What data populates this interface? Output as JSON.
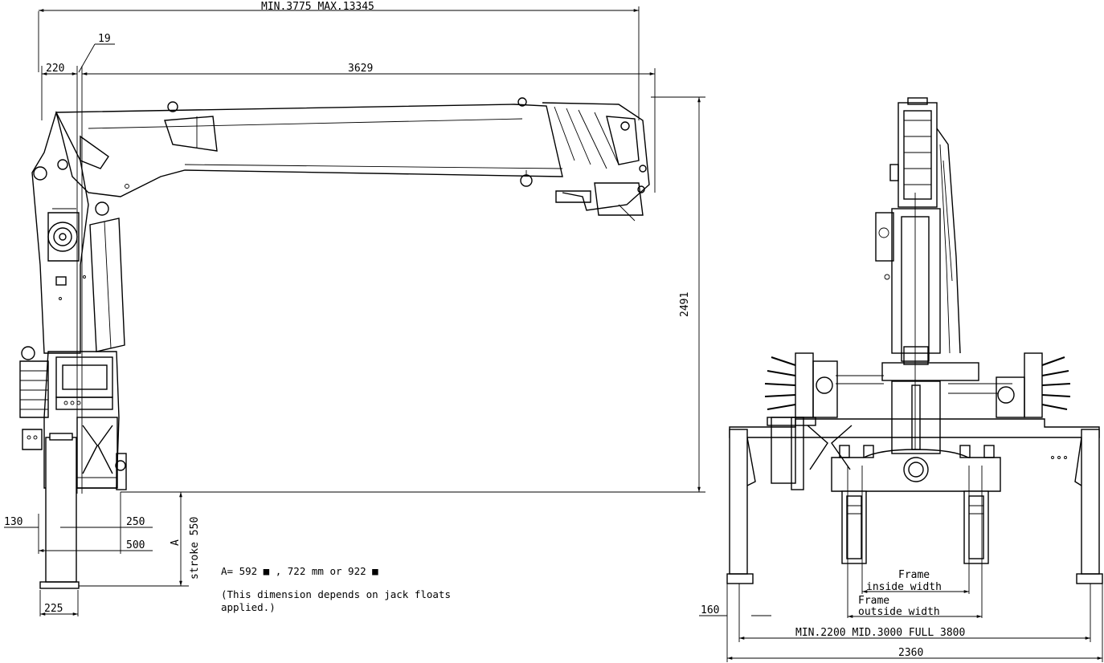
{
  "side_view": {
    "boom_length": "MIN.3775 MAX.13345",
    "dim_19": "19",
    "dim_220": "220",
    "dim_3629": "3629",
    "dim_2491": "2491",
    "dim_130": "130",
    "dim_250": "250",
    "dim_500": "500",
    "dim_225": "225",
    "stroke_label": "stroke 550",
    "a_label": "A",
    "note_line1": "A= 592 ■ , 722 mm or 922 ■",
    "note_line2": "(This dimension depends on jack floats",
    "note_line3": " applied.)"
  },
  "rear_view": {
    "frame_inside_1": "Frame",
    "frame_inside_2": "inside width",
    "frame_outside_1": "Frame",
    "frame_outside_2": "outside width",
    "outrigger_span": "MIN.2200 MID.3000 FULL 3800",
    "dim_160": "160",
    "dim_2360": "2360"
  }
}
